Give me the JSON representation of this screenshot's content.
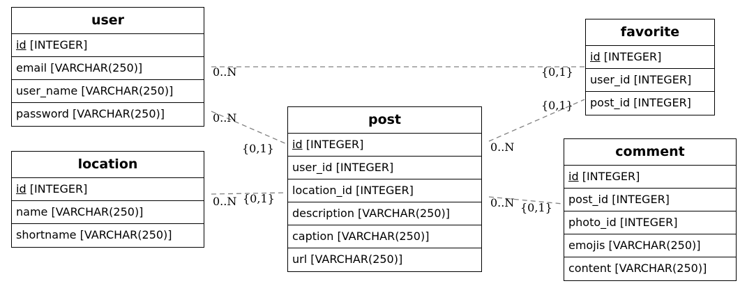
{
  "entities": {
    "user": {
      "title": "user",
      "pk": "id",
      "pk_type": " [INTEGER]",
      "fields": [
        "email [VARCHAR(250)]",
        "user_name [VARCHAR(250)]",
        "password [VARCHAR(250)]"
      ]
    },
    "location": {
      "title": "location",
      "pk": "id",
      "pk_type": " [INTEGER]",
      "fields": [
        "name [VARCHAR(250)]",
        "shortname [VARCHAR(250)]"
      ]
    },
    "post": {
      "title": "post",
      "pk": "id",
      "pk_type": " [INTEGER]",
      "fields": [
        "user_id [INTEGER]",
        "location_id [INTEGER]",
        "description [VARCHAR(250)]",
        "caption [VARCHAR(250)]",
        "url [VARCHAR(250)]"
      ]
    },
    "favorite": {
      "title": "favorite",
      "pk": "id",
      "pk_type": " [INTEGER]",
      "fields": [
        "user_id [INTEGER]",
        "post_id [INTEGER]"
      ]
    },
    "comment": {
      "title": "comment",
      "pk": "id",
      "pk_type": " [INTEGER]",
      "fields": [
        "post_id [INTEGER]",
        "photo_id [INTEGER]",
        "emojis [VARCHAR(250)]",
        "content [VARCHAR(250)]"
      ]
    }
  },
  "relations": {
    "user_favorite": {
      "from": "0..N",
      "to": "{0,1}"
    },
    "user_post": {
      "from": "0..N",
      "to": "{0,1}"
    },
    "location_post": {
      "from": "0..N",
      "to": "{0,1}"
    },
    "post_favorite": {
      "from": "0..N",
      "to": "{0,1}"
    },
    "post_comment": {
      "from": "0..N",
      "to": "{0,1}"
    }
  },
  "colors": {
    "edge": "#808080",
    "border": "#000000"
  }
}
